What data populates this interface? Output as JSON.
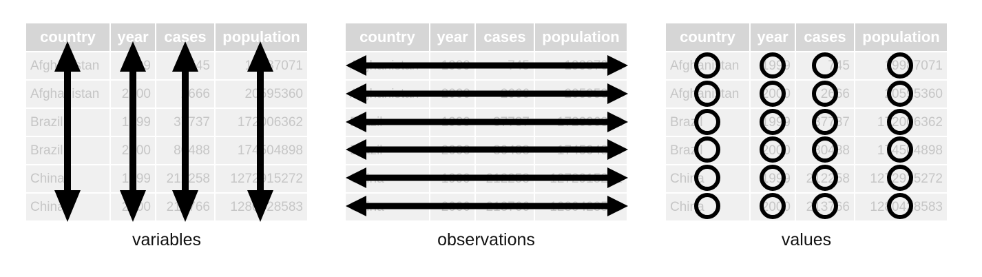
{
  "table": {
    "columns": [
      "country",
      "year",
      "cases",
      "population"
    ],
    "rows": [
      [
        "Afghanistan",
        "1999",
        "745",
        "19987071"
      ],
      [
        "Afghanistan",
        "2000",
        "2666",
        "20595360"
      ],
      [
        "Brazil",
        "1999",
        "37737",
        "172006362"
      ],
      [
        "Brazil",
        "2000",
        "80488",
        "174504898"
      ],
      [
        "China",
        "1999",
        "212258",
        "1272915272"
      ],
      [
        "China",
        "2000",
        "213766",
        "1280428583"
      ]
    ]
  },
  "panels": [
    {
      "id": "variables",
      "caption": "variables"
    },
    {
      "id": "observations",
      "caption": "observations"
    },
    {
      "id": "values",
      "caption": "values"
    }
  ],
  "colors": {
    "header": "#d6d6d6",
    "cell": "#f0f0f0",
    "cell_text": "#c6c6c6",
    "mark": "#000000"
  }
}
